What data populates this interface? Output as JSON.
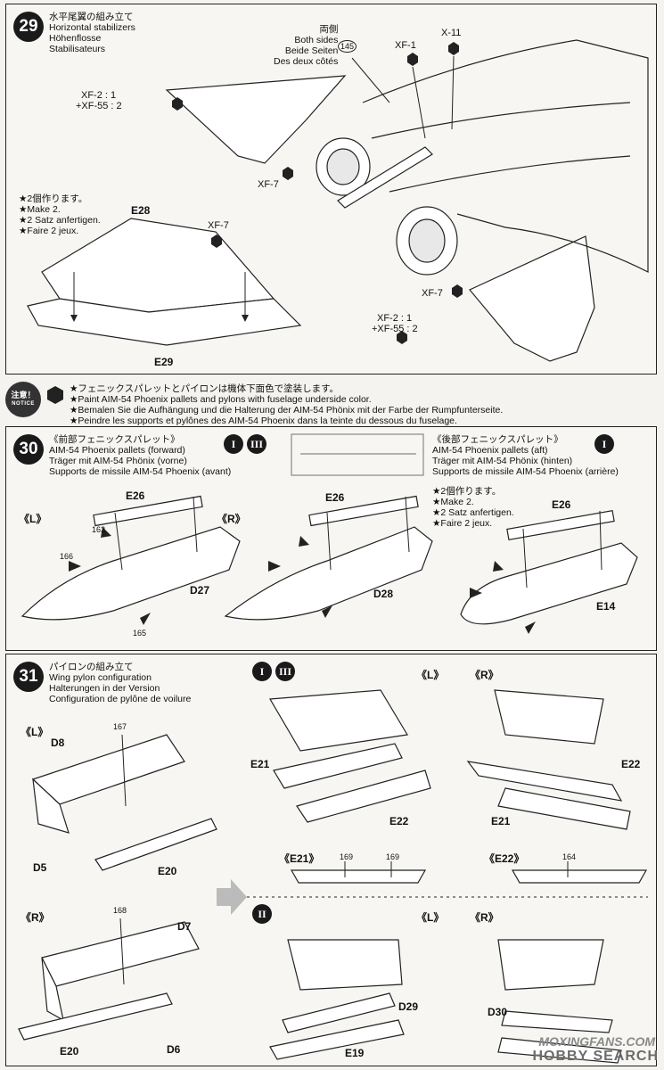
{
  "step29": {
    "number": "29",
    "title_jp": "水平尾翼の組み立て",
    "title_en": "Horizontal stabilizers",
    "title_de": "Höhenflosse",
    "title_fr": "Stabilisateurs",
    "both_sides": [
      "両側",
      "Both sides",
      "Beide Seiten",
      "Des deux côtés"
    ],
    "make2": [
      "★2個作ります。",
      "★Make 2.",
      "★2 Satz anfertigen.",
      "★Faire 2 jeux."
    ],
    "labels": {
      "xf2_left": "XF-2 : 1",
      "xf55_left": "+XF-55 : 2",
      "xf7_a": "XF-7",
      "xf7_b": "XF-7",
      "xf7_c": "XF-7",
      "xf1": "XF-1",
      "x11": "X-11",
      "e28": "E28",
      "e29": "E29",
      "xf2_bottom": "XF-2 : 1",
      "xf55_bottom": "+XF-55 : 2",
      "part145": "145"
    }
  },
  "notice": {
    "badge_jp": "注意！",
    "badge_en": "NOTICE",
    "lines": [
      "★フェニックスパレットとパイロンは機体下面色で塗装します。",
      "★Paint AIM-54 Phoenix pallets and pylons with fuselage underside color.",
      "★Bemalen Sie die Aufhängung und die Halterung der AIM-54 Phönix mit der Farbe der Rumpfunterseite.",
      "★Peindre les supports et pylônes des AIM-54 Phoenix dans la teinte du dessous du fuselage."
    ]
  },
  "step30": {
    "number": "30",
    "fwd_lines": [
      "《前部フェニックスパレット》",
      "AIM-54 Phoenix pallets (forward)",
      "Träger mit AIM-54 Phönix (vorne)",
      "Supports de missile AIM-54 Phoenix (avant)"
    ],
    "aft_lines": [
      "《後部フェニックスパレット》",
      "AIM-54 Phoenix pallets (aft)",
      "Träger mit AIM-54 Phönix (hinten)",
      "Supports de missile AIM-54 Phoenix (arrière)"
    ],
    "make2": [
      "★2個作ります。",
      "★Make 2.",
      "★2 Satz anfertigen.",
      "★Faire 2 jeux."
    ],
    "roman_fwd": [
      "I",
      "III"
    ],
    "roman_aft": [
      "I"
    ],
    "labels": {
      "L": "《L》",
      "R": "《R》",
      "e26_a": "E26",
      "e26_b": "E26",
      "e26_c": "E26",
      "d27": "D27",
      "d28": "D28",
      "e14": "E14",
      "p162": "162",
      "p165": "165",
      "p166": "166"
    }
  },
  "step31": {
    "number": "31",
    "title_lines": [
      "パイロンの組み立て",
      "Wing pylon configuration",
      "Halterungen in der Version",
      "Configuration de pylône de voilure"
    ],
    "roman_top": [
      "I",
      "III"
    ],
    "roman_bottom": [
      "II"
    ],
    "labels": {
      "L": "《L》",
      "R": "《R》",
      "d8": "D8",
      "d5": "D5",
      "e20": "E20",
      "d7": "D7",
      "d6": "D6",
      "e21": "E21",
      "e22": "E22",
      "e21_view": "《E21》",
      "e22_view": "《E22》",
      "d29": "D29",
      "d30": "D30",
      "e19": "E19",
      "p167": "167",
      "p168": "168",
      "p169": "169",
      "p164": "164"
    }
  },
  "watermark": {
    "site": "MOXINGFANS.COM",
    "brand": "HOBBY SEARCH"
  }
}
